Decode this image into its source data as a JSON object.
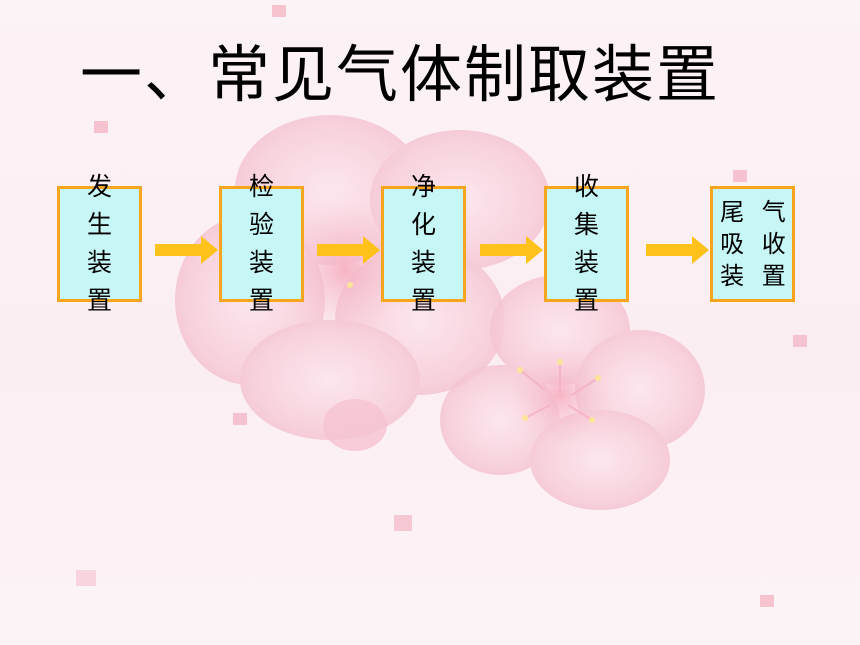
{
  "title": "一、常见气体制取装置",
  "flow": [
    {
      "label": "发 生\n装 置"
    },
    {
      "label": "检 验\n装 置"
    },
    {
      "label": "净 化\n装 置"
    },
    {
      "label": "收 集\n装 置"
    },
    {
      "label": "尾 气\n吸 收\n装 置"
    }
  ],
  "colors": {
    "box_fill": "#c7f6f6",
    "box_border": "#f7a51c",
    "arrow": "#ffc21a",
    "background": "#fbf1f4",
    "petal": "#f6c3d1"
  },
  "icons": [
    "arrow-right-icon",
    "cherry-blossom-background"
  ]
}
